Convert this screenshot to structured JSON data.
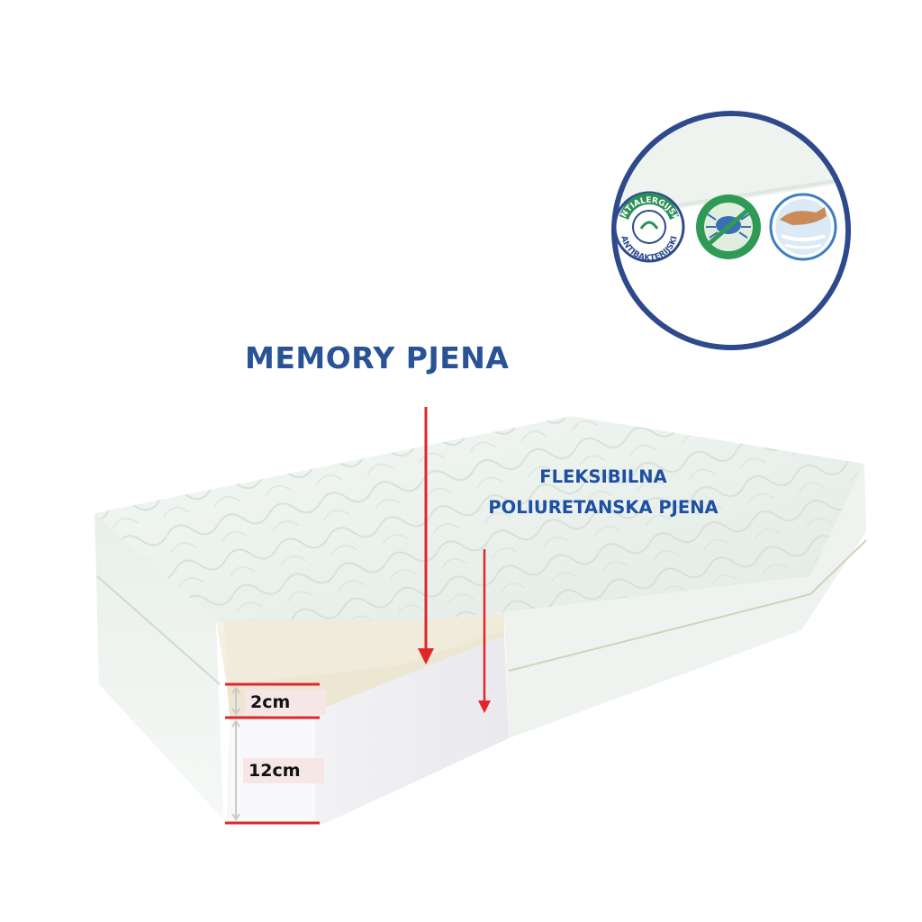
{
  "labels": {
    "memory_foam": "MEMORY PJENA",
    "flexible_foam_line1": "FLEKSIBILNA",
    "flexible_foam_line2": "POLIURETANSKA PJENA"
  },
  "dimensions": {
    "top_layer": "2cm",
    "bottom_layer": "12cm"
  },
  "badges": {
    "allergy_top": "ANTIALERGIJSKI",
    "allergy_bottom": "ANTIBAKTERIJSKI",
    "items": [
      "antiallergy-badge",
      "anti-mite-badge",
      "memory-foam-hand-badge"
    ]
  },
  "colors": {
    "label_blue": "#2a5396",
    "arrow_red": "#e0262b",
    "circle_border": "#2e4a8c",
    "mattress": "#eef3f0",
    "memory_foam": "#f4efe2"
  }
}
